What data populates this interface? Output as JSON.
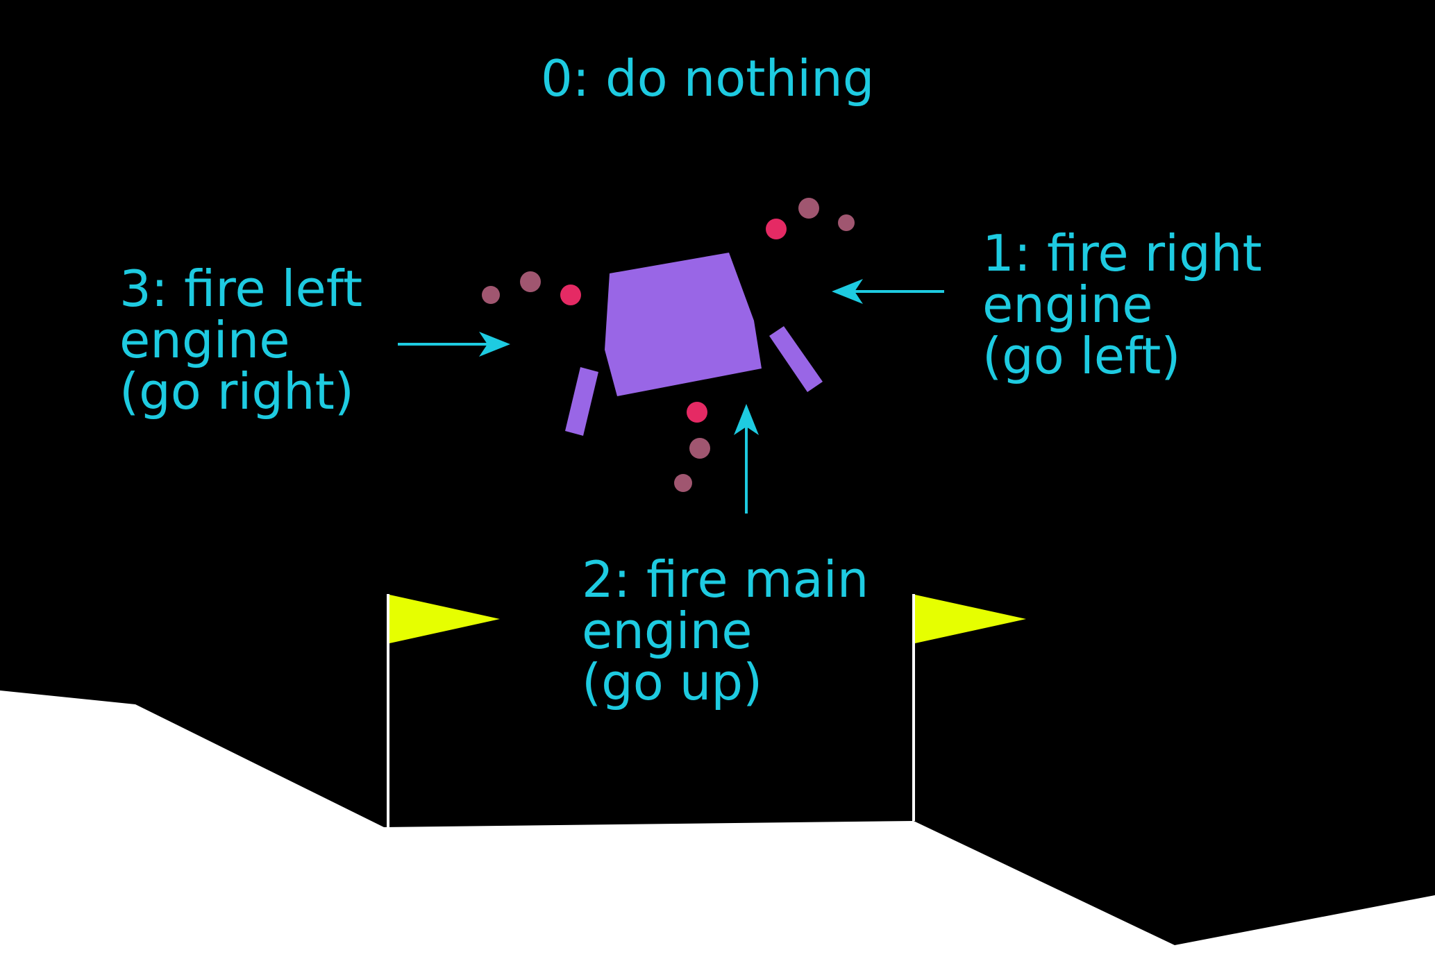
{
  "scene": {
    "background_color": "#000000",
    "terrain_color": "#ffffff",
    "lander_color": "#9966e6",
    "flag_color": "#e6ff00",
    "pole_color": "#ffffff",
    "label_color": "#1ecbe1",
    "particle_hot_color": "#e52a64",
    "particle_cool_color": "#a05670"
  },
  "actions": {
    "noop": {
      "lines": [
        "0: do nothing"
      ]
    },
    "right_engine": {
      "lines": [
        "1: fire right",
        "engine",
        "(go left)"
      ]
    },
    "main_engine": {
      "lines": [
        "2: fire main",
        "engine",
        "(go up)"
      ]
    },
    "left_engine": {
      "lines": [
        "3: fire left",
        "engine",
        "(go right)"
      ]
    }
  }
}
